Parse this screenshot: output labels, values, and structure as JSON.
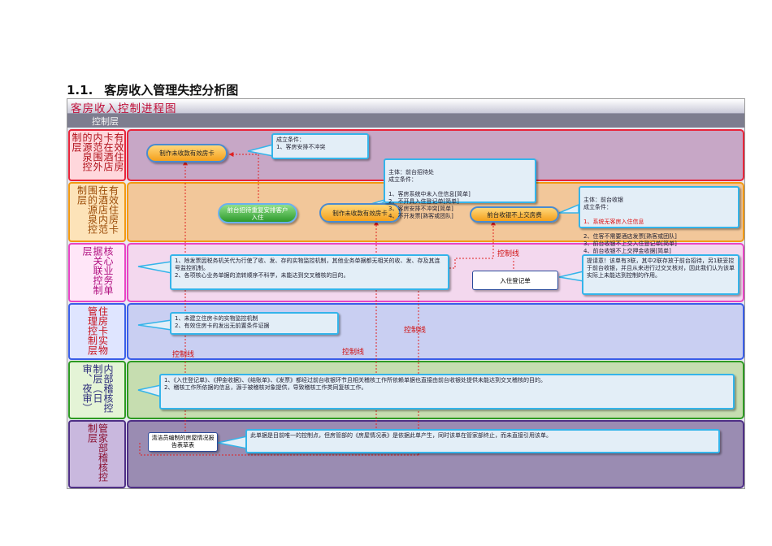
{
  "heading": {
    "number": "1.1.",
    "title": "客房收入管理失控分析图"
  },
  "banner_title": "客房收入控制进程图",
  "control_layer_label": "控制层",
  "lanes": [
    {
      "label": "有效住房卡在酒店内范围外的源泉控制层",
      "fill": "#c7a7c6",
      "border": "#e8243a",
      "label_fill": "#ffd7dc",
      "label_color": "#b0101a"
    },
    {
      "label": "有效住房卡在酒店内范围的源泉控制层",
      "fill": "#f2c79a",
      "border": "#f29a12",
      "label_fill": "#fde3b8",
      "label_color": "#9a4a06"
    },
    {
      "label": "核心业务单据关联控制层",
      "fill": "#f3d8ee",
      "border": "#e844c4",
      "label_fill": "#ffe6f8",
      "label_color": "#b01080"
    },
    {
      "label": "住房卡实物管理控制层",
      "fill": "#c9cff2",
      "border": "#3a5ee8",
      "label_fill": "#dfe5ff",
      "label_color": "#c8101a"
    },
    {
      "label": "内部稽核控制层（日审、夜审）",
      "fill": "#c6ddb0",
      "border": "#2d9a22",
      "label_fill": "#e4f4d6",
      "label_color": "#2a2a7a"
    },
    {
      "label": "管家部稽核控制层",
      "fill": "#9a8cb2",
      "border": "#4f2f86",
      "label_fill": "#c9b8de",
      "label_color": "#8a1030"
    }
  ],
  "pills": {
    "p1": "制作未收款有效房卡",
    "p2": "前台招待重复安排客户入住",
    "p3": "制作未收款有效房卡",
    "p4": "前台收银不上交房费"
  },
  "callouts": {
    "c1": "成立条件：\n1、客房安排不冲突",
    "c2_title": "主体：前台招待处\n成立条件：",
    "c2_items": "1、客房系统中未入住信息[简单]\n2、不开具入住登记单[简单]\n3、客房安排不冲突[简单]\n4、不开发票[熟客或团队]",
    "c3_title": "主体：前台收银\n成立条件：",
    "c3_item1": "1、系统无客房入住信息",
    "c3_items": "2、住客不需要酒店发票[熟客或团队]\n3、前台收银不上交入住登记单[简单]\n4、前台收银不上交押金收据[简单]",
    "c4": "1、除发票因税务机关代为行使了收、发、存的实物监控机制，其他业务单据都无相关的收、发、存及其连号监控机制。\n2、各项核心业务单据的流转顺序不科学，未能达到交叉稽核的目的。",
    "c5": "提请意！该单有3联，其中2联存放于前台招待，另1联妥控于前台收银，并且从来进行过交叉核对，因此我们认为该单实际上未能达到控制的作用。",
    "c6": "1、未建立住房卡的实物监控机制\n2、有效住房卡的发出无前置条件证据",
    "c7": "1、《入住登记单》、《押金收据》、《结账单》、《发票》都经过前台收银环节且相关稽核工作所依赖单据也直接由前台收银处提供未能达到交叉稽核的目的。\n2、稽核工作所依据的信息，源于被稽核对象提供，导致稽核工作类同复核工作。",
    "c8": "此单据是目前唯一的控制点，但房管部的《房屋情况表》是依据此单产生，同时该单在管家部终止，而未直接引用该单。"
  },
  "doc_boxes": {
    "checkin": "入住登记单",
    "housekeeping": "清洁员编制的房屋情况报告表草表"
  },
  "control_line_label": "控制线",
  "colors": {
    "arrow": "#e02020",
    "callout_border": "#34b4ea",
    "callout_fill": "#e3eef7"
  }
}
